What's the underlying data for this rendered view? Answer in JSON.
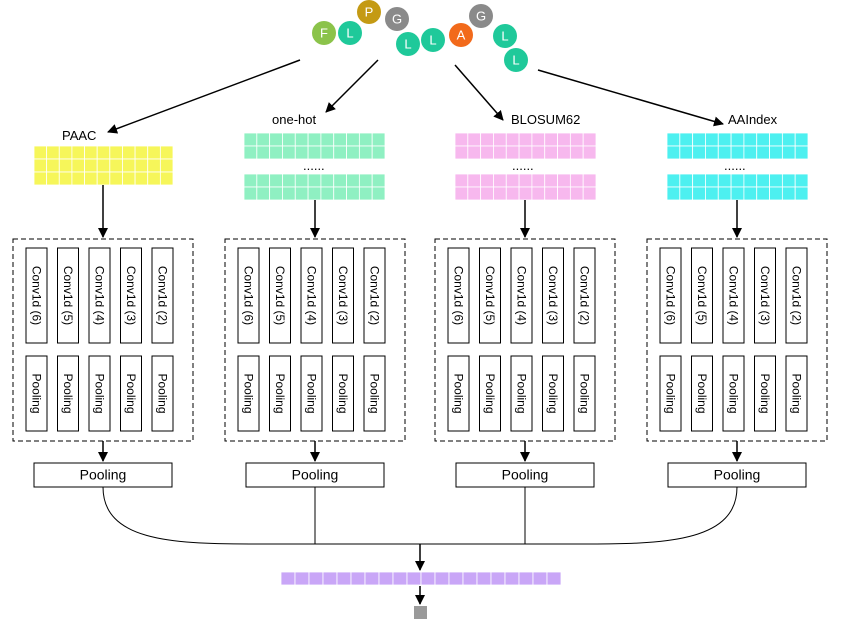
{
  "peptide": {
    "residues": [
      {
        "letter": "F",
        "color": "#8bc34a"
      },
      {
        "letter": "L",
        "color": "#1fc99a"
      },
      {
        "letter": "P",
        "color": "#c49a14"
      },
      {
        "letter": "G",
        "color": "#8a8a8a"
      },
      {
        "letter": "L",
        "color": "#1fc99a"
      },
      {
        "letter": "L",
        "color": "#1fc99a"
      },
      {
        "letter": "A",
        "color": "#f26a1b"
      },
      {
        "letter": "G",
        "color": "#8a8a8a"
      },
      {
        "letter": "L",
        "color": "#1fc99a"
      },
      {
        "letter": "L",
        "color": "#1fc99a"
      }
    ]
  },
  "branches": [
    {
      "label": "PAAC",
      "color": "#f6f65a",
      "convs": [
        "Conv1d (6)",
        "Conv1d (5)",
        "Conv1d (4)",
        "Conv1d (3)",
        "Conv1d (2)"
      ],
      "pool_label": "Pooling",
      "pool_out": "Pooling"
    },
    {
      "label": "one-hot",
      "color": "#8ff0c2",
      "dots": "......",
      "convs": [
        "Conv1d (6)",
        "Conv1d (5)",
        "Conv1d (4)",
        "Conv1d (3)",
        "Conv1d (2)"
      ],
      "pool_label": "Pooling",
      "pool_out": "Pooling"
    },
    {
      "label": "BLOSUM62",
      "color": "#f7b8ee",
      "dots": "......",
      "convs": [
        "Conv1d (6)",
        "Conv1d (5)",
        "Conv1d (4)",
        "Conv1d (3)",
        "Conv1d (2)"
      ],
      "pool_label": "Pooling",
      "pool_out": "Pooling"
    },
    {
      "label": "AAIndex",
      "color": "#4df0f0",
      "dots": "......",
      "convs": [
        "Conv1d (6)",
        "Conv1d (5)",
        "Conv1d (4)",
        "Conv1d (3)",
        "Conv1d (2)"
      ],
      "pool_label": "Pooling",
      "pool_out": "Pooling"
    }
  ],
  "concat": {
    "color": "#c9a6f7",
    "cells": 20
  },
  "output": {
    "color": "#9a9a9a"
  }
}
